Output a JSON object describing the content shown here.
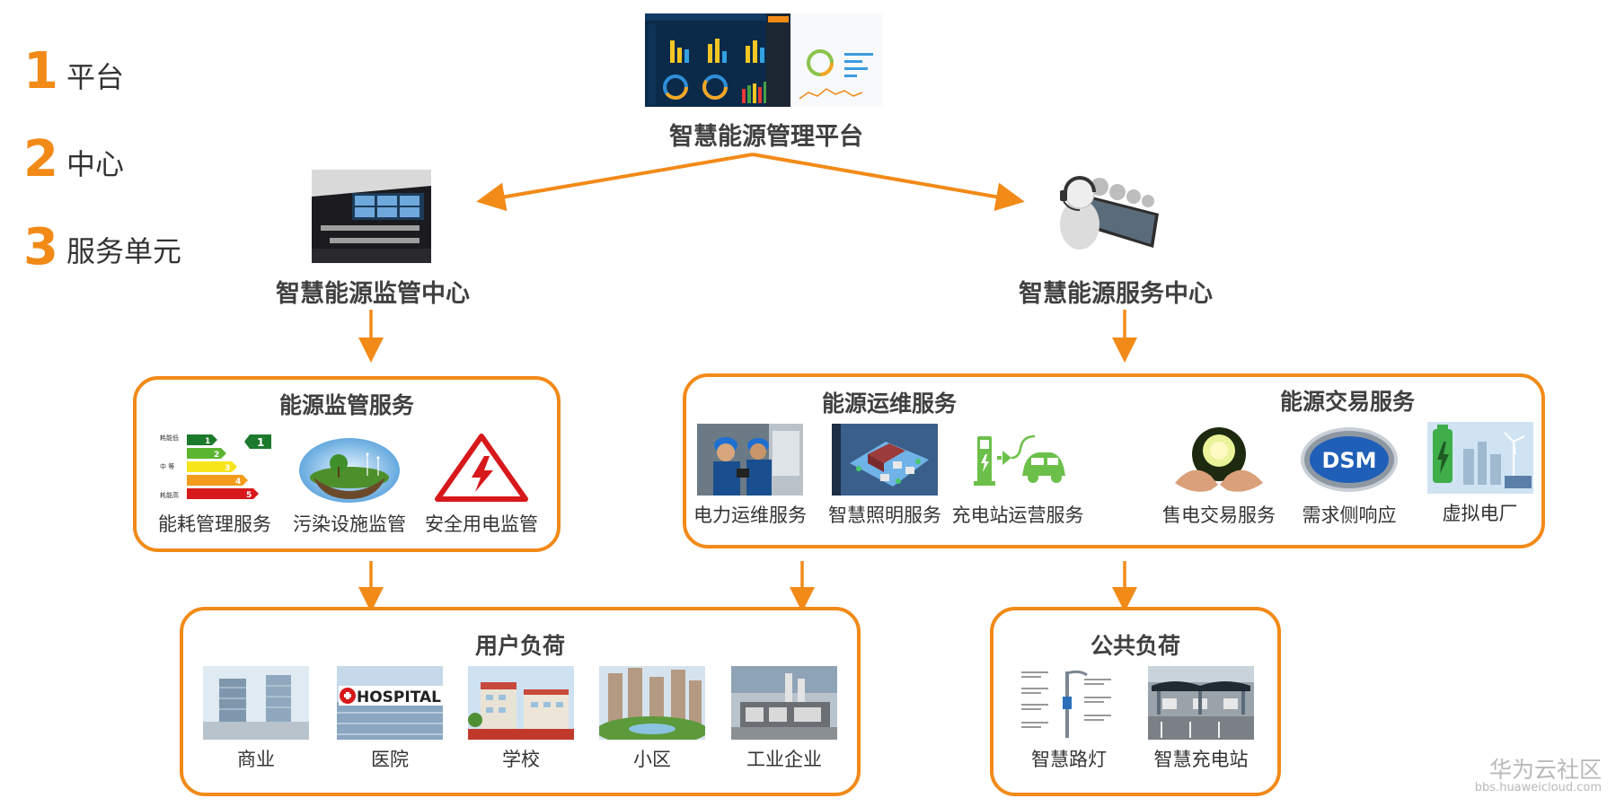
{
  "legend": [
    {
      "num": "1",
      "text": "平台"
    },
    {
      "num": "2",
      "text": "中心"
    },
    {
      "num": "3",
      "text": "服务单元"
    }
  ],
  "platform": {
    "title": "智慧能源管理平台"
  },
  "center_left": {
    "title": "智慧能源监管中心"
  },
  "center_right": {
    "title": "智慧能源服务中心"
  },
  "box_supervision": {
    "title": "能源监管服务",
    "items": [
      {
        "label": "能耗管理服务",
        "icon": "energy-rating-icon"
      },
      {
        "label": "污染设施监管",
        "icon": "green-earth-icon"
      },
      {
        "label": "安全用电监管",
        "icon": "high-voltage-warning-icon"
      }
    ],
    "energy_rating_levels": [
      "1",
      "2",
      "3",
      "4",
      "5"
    ],
    "energy_rating_side_labels": [
      "耗能低",
      "中 等",
      "耗能高"
    ],
    "energy_rating_badge": "1"
  },
  "box_services": {
    "title_ops": "能源运维服务",
    "title_trade": "能源交易服务",
    "items": [
      {
        "label": "电力运维服务",
        "icon": "engineers-photo-icon"
      },
      {
        "label": "智慧照明服务",
        "icon": "smart-lighting-map-icon"
      },
      {
        "label": "充电站运营服务",
        "icon": "ev-charging-icon"
      },
      {
        "label": "售电交易服务",
        "icon": "hands-bulb-icon"
      },
      {
        "label": "需求侧响应",
        "icon": "dsm-badge-icon"
      },
      {
        "label": "虚拟电厂",
        "icon": "virtual-power-plant-icon"
      }
    ],
    "dsm_text": "DSM"
  },
  "box_user_load": {
    "title": "用户负荷",
    "items": [
      {
        "label": "商业",
        "icon": "commercial-building-photo"
      },
      {
        "label": "医院",
        "icon": "hospital-photo"
      },
      {
        "label": "学校",
        "icon": "school-photo"
      },
      {
        "label": "小区",
        "icon": "residential-photo"
      },
      {
        "label": "工业企业",
        "icon": "industrial-photo"
      }
    ],
    "hospital_sign": "HOSPITAL"
  },
  "box_public_load": {
    "title": "公共负荷",
    "items": [
      {
        "label": "智慧路灯",
        "icon": "smart-streetlight-icon"
      },
      {
        "label": "智慧充电站",
        "icon": "charging-station-photo"
      }
    ]
  },
  "watermark": {
    "name": "华为云社区",
    "url": "bbs.huaweicloud.com"
  },
  "colors": {
    "accent": "#F28A18",
    "text": "#404040"
  }
}
